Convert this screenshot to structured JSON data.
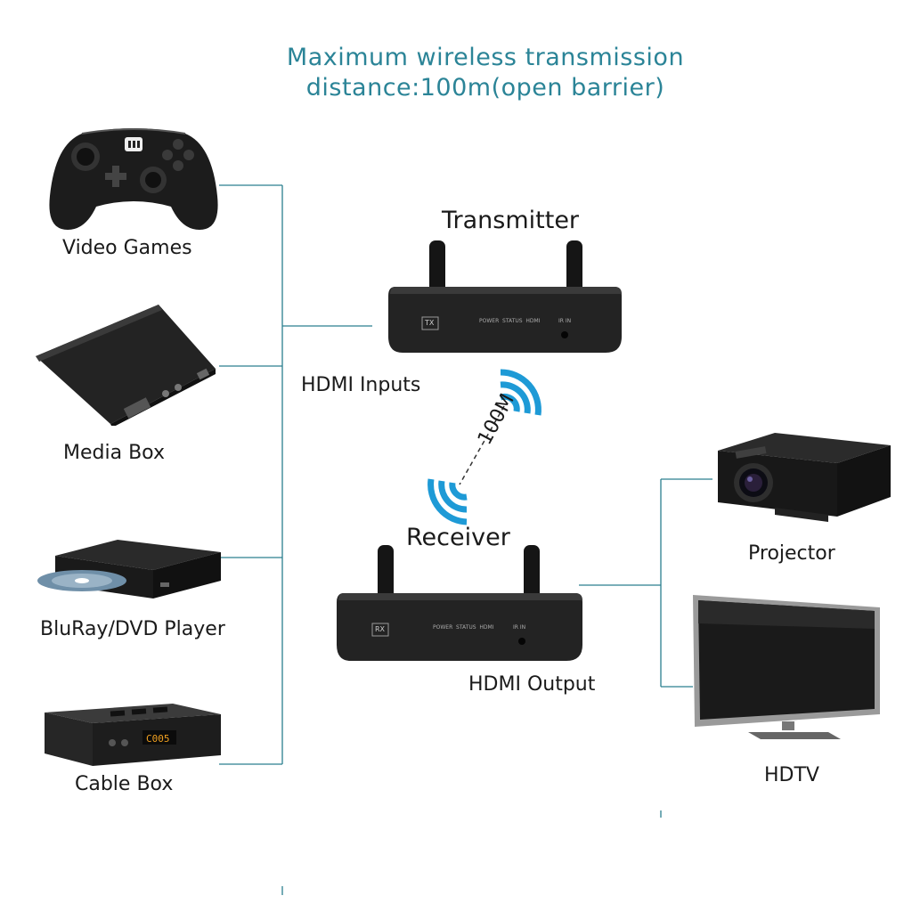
{
  "title": {
    "line1": "Maximum wireless transmission",
    "line2": "distance:100m(open barrier)"
  },
  "sources": [
    {
      "label": "Video Games",
      "icon": "gamepad-icon"
    },
    {
      "label": "Media Box",
      "icon": "media-box-icon"
    },
    {
      "label": "BluRay/DVD Player",
      "icon": "bluray-player-icon"
    },
    {
      "label": "Cable Box",
      "icon": "cable-box-icon"
    }
  ],
  "transmitter": {
    "label": "Transmitter",
    "badge": "TX",
    "indicators": "POWER  STATUS  HDMI",
    "ir": "IR IN"
  },
  "receiver": {
    "label": "Receiver",
    "badge": "RX",
    "indicators": "POWER  STATUS  HDMI",
    "ir": "IR IN"
  },
  "hdmi_inputs_label": "HDMI Inputs",
  "hdmi_output_label": "HDMI Output",
  "distance_label": "100M",
  "displays": [
    {
      "label": "Projector",
      "icon": "projector-icon"
    },
    {
      "label": "HDTV",
      "icon": "hdtv-icon"
    }
  ],
  "colors": {
    "line": "#2b7f8f",
    "title": "#2b8497",
    "wifi": "#1e9ad6"
  }
}
